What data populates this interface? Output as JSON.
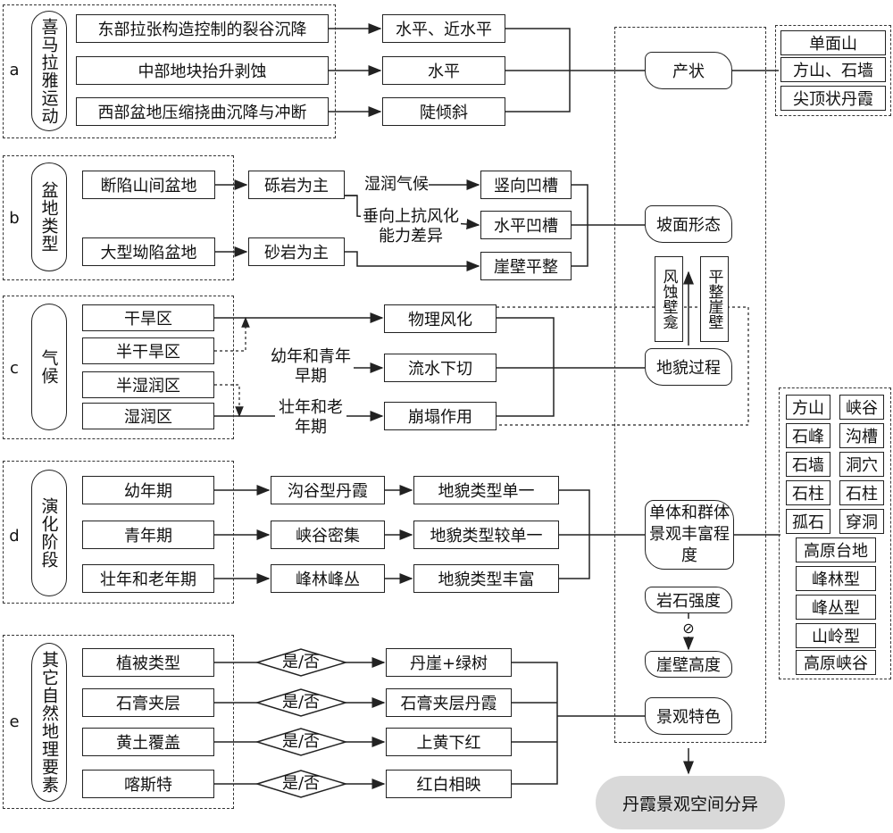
{
  "groups": {
    "a": {
      "letter": "a",
      "title": "喜马拉雅运动",
      "causes": [
        "东部拉张构造控制的裂谷沉降",
        "中部地块抬升剥蚀",
        "西部盆地压缩挠曲沉降与冲断"
      ],
      "attitudes": [
        "水平、近水平",
        "水平",
        "陡倾斜"
      ]
    },
    "b": {
      "letter": "b",
      "title": "盆地类型",
      "basins": [
        "断陷山间盆地",
        "大型坳陷盆地"
      ],
      "rocks": [
        "砾岩为主",
        "砂岩为主"
      ],
      "factors": [
        "湿润气候",
        "垂向上抗风化能力差异"
      ],
      "grooves": [
        "竖向凹槽",
        "水平凹槽",
        "崖壁平整"
      ]
    },
    "c": {
      "letter": "c",
      "title": "气候",
      "zones": [
        "干旱区",
        "半干旱区",
        "半湿润区",
        "湿润区"
      ],
      "stages": [
        "幼年和青年早期",
        "壮年和老年期"
      ],
      "processes": [
        "物理风化",
        "流水下切",
        "崩塌作用"
      ]
    },
    "d": {
      "letter": "d",
      "title": "演化阶段",
      "phases": [
        "幼年期",
        "青年期",
        "壮年和老年期"
      ],
      "forms": [
        "沟谷型丹霞",
        "峡谷密集",
        "峰林峰丛"
      ],
      "richness": [
        "地貌类型单一",
        "地貌类型较单一",
        "地貌类型丰富"
      ]
    },
    "e": {
      "letter": "e",
      "title": "其它自然地理要素",
      "elements": [
        "植被类型",
        "石膏夹层",
        "黄土覆盖",
        "喀斯特"
      ],
      "decision": "是/否",
      "results": [
        "丹崖+绿树",
        "石膏夹层丹霞",
        "上黄下红",
        "红白相映"
      ]
    }
  },
  "center": {
    "attitude": "产状",
    "slope": "坡面形态",
    "wind_niche": "风蚀壁龛",
    "flat_cliff": "平整崖壁",
    "process": "地貌过程",
    "landscape": "单体和群体景观丰富程度",
    "rock_strength": "岩石强度",
    "negative_symbol": "⊘",
    "cliff_height": "崖壁高度",
    "feature": "景观特色",
    "output": "丹霞景观空间分异"
  },
  "right_attitude_types": [
    "单面山",
    "方山、石墙",
    "尖顶状丹霞"
  ],
  "right_landforms_pairs": [
    [
      "方山",
      "峡谷"
    ],
    [
      "石峰",
      "沟槽"
    ],
    [
      "石墙",
      "洞穴"
    ],
    [
      "石柱",
      "石柱"
    ],
    [
      "孤石",
      "穿洞"
    ]
  ],
  "right_landforms_single": [
    "高原台地",
    "峰林型",
    "峰丛型",
    "山岭型",
    "高原峡谷"
  ]
}
